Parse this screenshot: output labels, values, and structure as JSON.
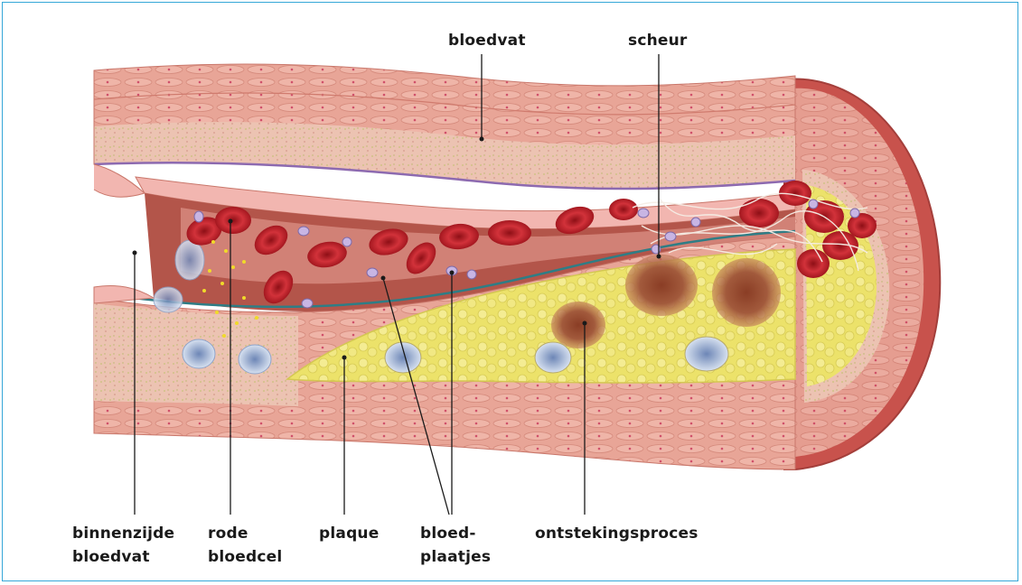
{
  "labels": {
    "bloedvat": "bloedvat",
    "scheur": "scheur",
    "binnenzijde_line1": "binnenzijde",
    "binnenzijde_line2": "bloedvat",
    "rode_line1": "rode",
    "rode_line2": "bloedcel",
    "plaque": "plaque",
    "bloedplaatjes_line1": "bloed-",
    "bloedplaatjes_line2": "plaatjes",
    "ontstekingsproces": "ontstekingsproces"
  },
  "colors": {
    "frame": "#35a7d8",
    "vessel_wall": "#e6a091",
    "vessel_dark": "#c95e54",
    "plaque": "#ede36a",
    "red_cell": "#c1262a",
    "platelet": "#b9a6d8",
    "inflammation": "#9b5534"
  }
}
